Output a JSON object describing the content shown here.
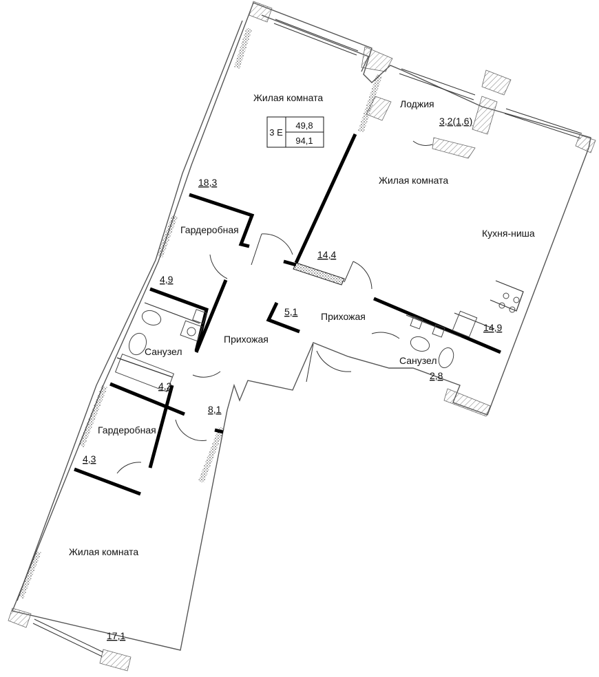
{
  "plan": {
    "badge": {
      "code": "3 Е",
      "living_area": "49,8",
      "total_area": "94,1"
    },
    "rooms": [
      {
        "key": "living-1",
        "name": "Жилая комната",
        "area": "18,3"
      },
      {
        "key": "loggia",
        "name": "Лоджия",
        "area": "3,2(1,6)"
      },
      {
        "key": "living-2",
        "name": "Жилая комната",
        "area": "14,4"
      },
      {
        "key": "kitchen",
        "name": "Кухня-ниша",
        "area": "14,9"
      },
      {
        "key": "wardrobe-1",
        "name": "Гардеробная",
        "area": "4,9"
      },
      {
        "key": "hall-1",
        "name": "Прихожая",
        "area": "5,1"
      },
      {
        "key": "hall-2",
        "name": "Прихожая",
        "area": "8,1"
      },
      {
        "key": "bath-1",
        "name": "Санузел",
        "area": "4,2"
      },
      {
        "key": "bath-2",
        "name": "Санузел",
        "area": "2,8"
      },
      {
        "key": "wardrobe-2",
        "name": "Гардеробная",
        "area": "4,3"
      },
      {
        "key": "living-3",
        "name": "Жилая комната",
        "area": "17,1"
      }
    ]
  },
  "colors": {
    "wall": "#000000",
    "outer_wall": "#555555",
    "hatch": "#888888",
    "fixture": "#444444"
  }
}
